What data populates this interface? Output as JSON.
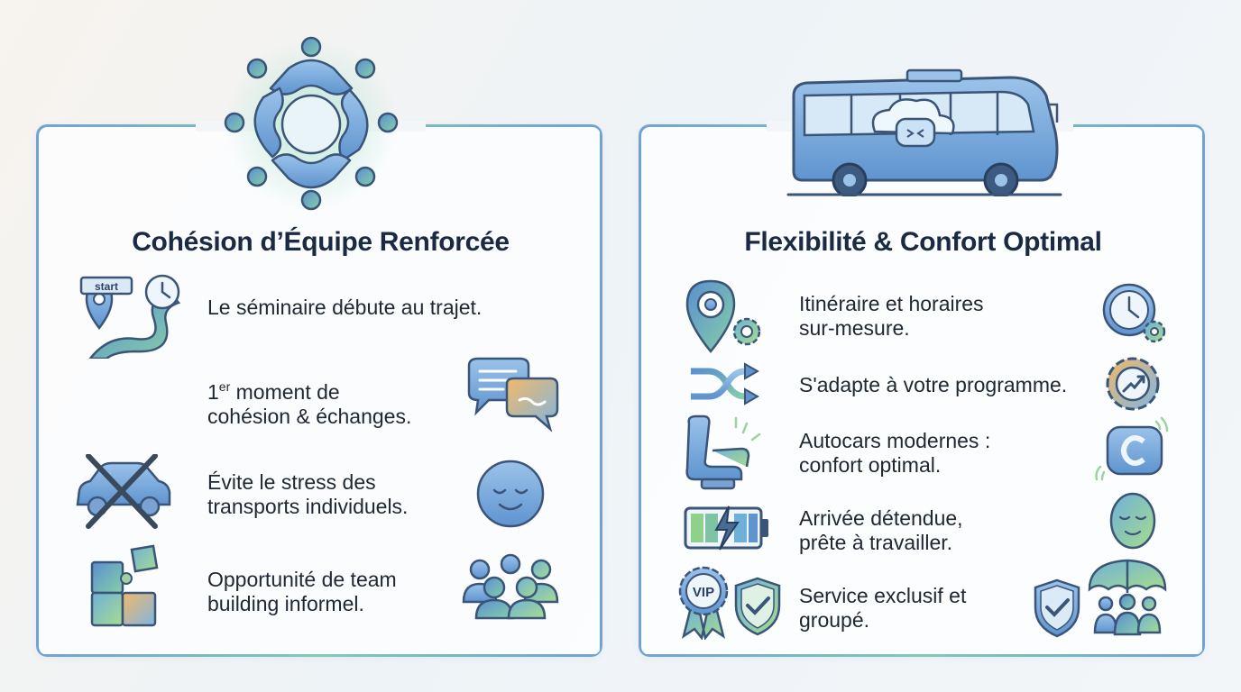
{
  "left_card": {
    "title": "Cohésion d’Équipe Renforcée",
    "icons": [
      "hands-circle-icon",
      "route-start-icon",
      "chat-bubbles-icon",
      "car-crossed-icon",
      "calm-face-icon",
      "puzzle-icon",
      "group-people-icon"
    ],
    "start_label": "start",
    "items": [
      {
        "line1": "Le séminaire débute au trajet.",
        "line2": ""
      },
      {
        "prefix": "1",
        "sup": "er",
        "line1": " moment de",
        "line2": "cohésion & échanges."
      },
      {
        "line1": "Évite le stress des",
        "line2": "transports individuels."
      },
      {
        "line1": "Opportunité de team",
        "line2": "building informel."
      }
    ]
  },
  "right_card": {
    "title": "Flexibilité & Confort Optimal",
    "icons": [
      "bus-comfort-icon",
      "map-gear-icon",
      "clock-gear-icon",
      "shuffle-arrows-icon",
      "gear-trend-icon",
      "seat-icon",
      "pillow-icon",
      "battery-charge-icon",
      "relaxed-face-icon",
      "vip-badge-icon",
      "shield-check-icon",
      "umbrella-group-icon"
    ],
    "vip_label": "VIP",
    "items": [
      {
        "line1": "Itinéraire et horaires",
        "line2": "sur-mesure."
      },
      {
        "line1": "S'adapte à votre programme.",
        "line2": ""
      },
      {
        "line1": "Autocars modernes :",
        "line2": "confort optimal."
      },
      {
        "line1": "Arrivée détendue,",
        "line2": "prête à travailler."
      },
      {
        "line1": "Service exclusif et",
        "line2": "groupé."
      }
    ]
  },
  "colors": {
    "blue": "#4a7fc1",
    "teal": "#5fb8a0",
    "green": "#8fd08a",
    "navy": "#3a5578"
  }
}
